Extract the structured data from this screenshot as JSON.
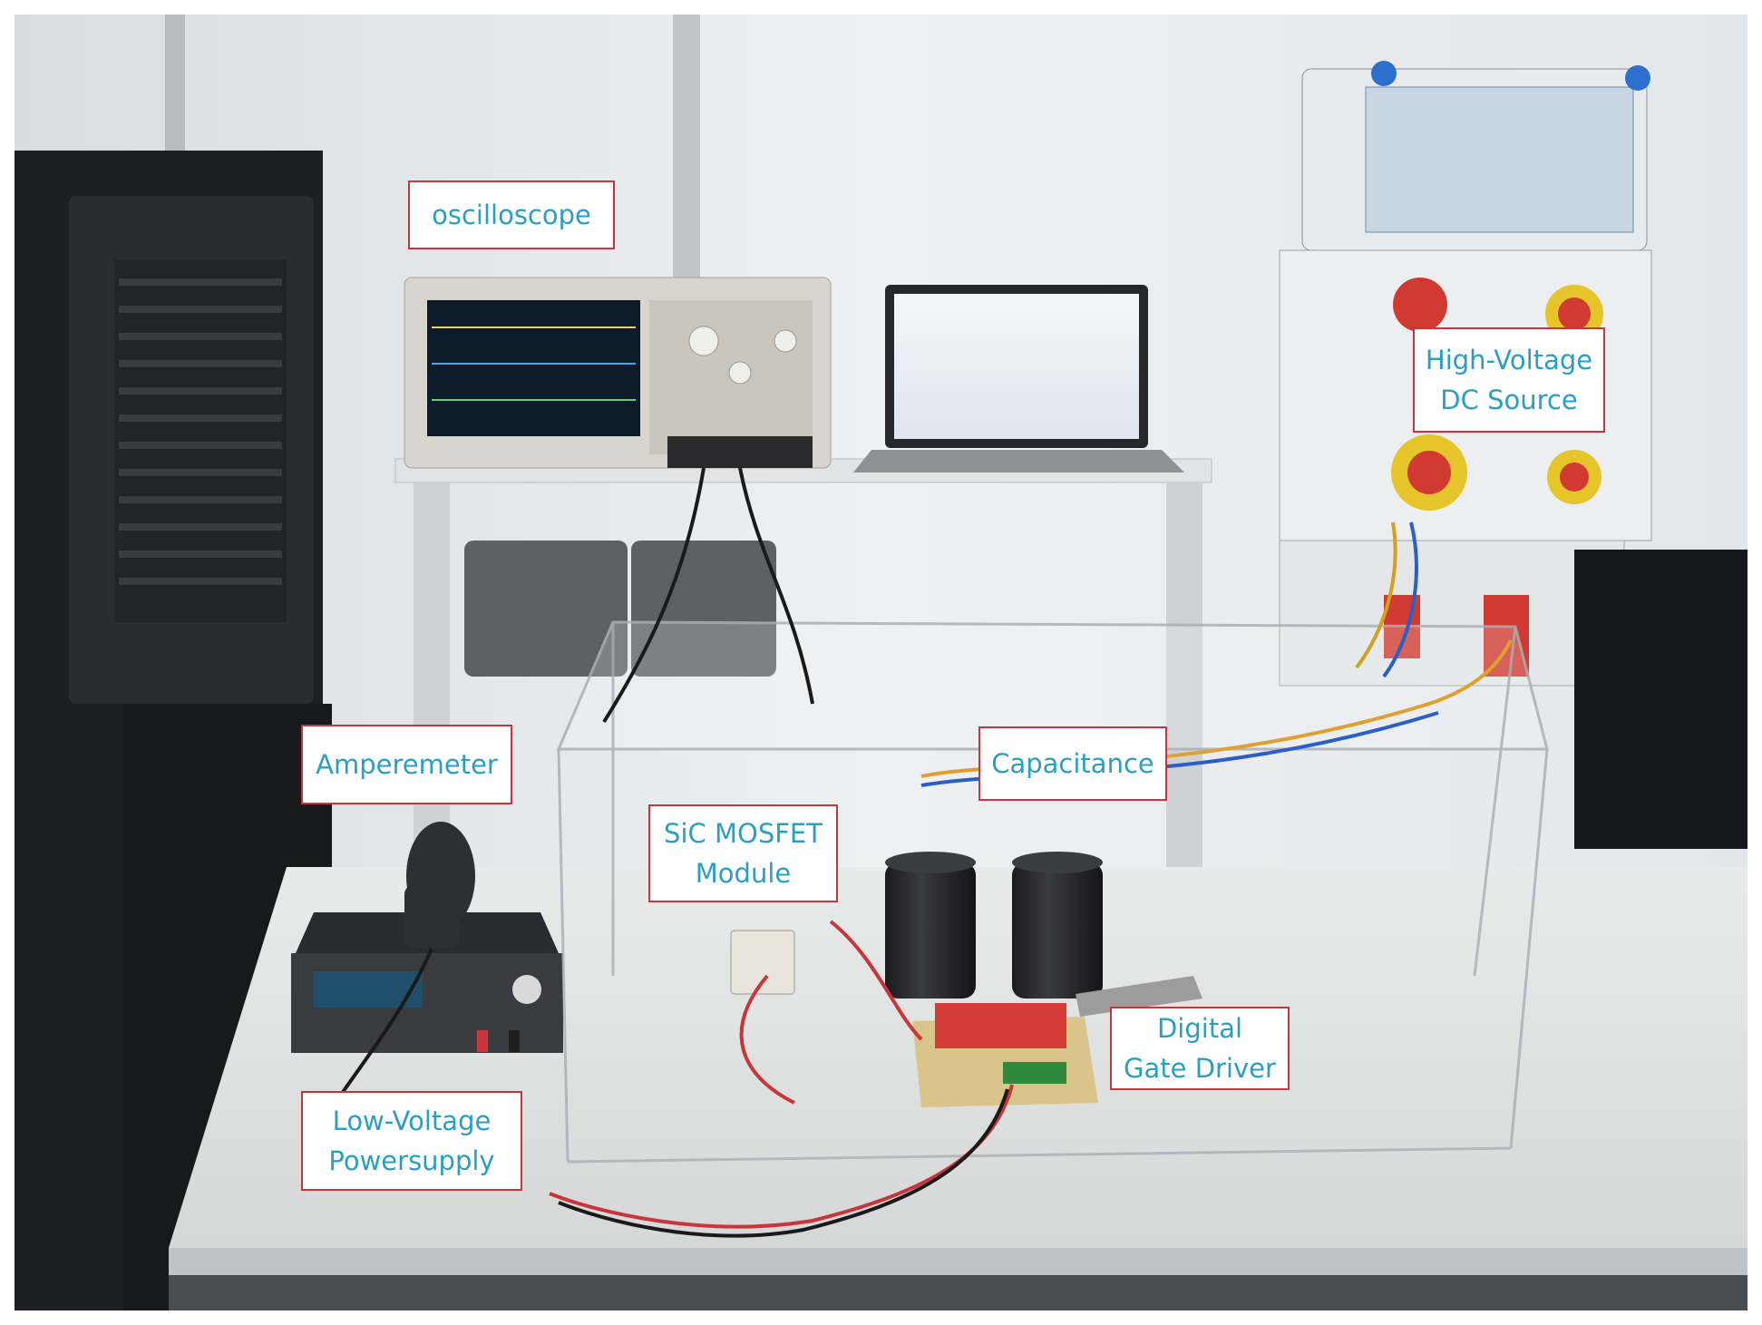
{
  "labels": {
    "oscilloscope": "oscilloscope",
    "hv_source_line1": "High-Voltage",
    "hv_source_line2": "DC Source",
    "amperemeter": "Amperemeter",
    "capacitance": "Capacitance",
    "sic_module_line1": "SiC MOSFET",
    "sic_module_line2": "Module",
    "gate_driver_line1": "Digital",
    "gate_driver_line2": "Gate Driver",
    "lv_supply_line1": "Low-Voltage",
    "lv_supply_line2": "Powersupply"
  },
  "colors": {
    "label_text": "#2a9fc4",
    "label_border": "#c8353a"
  }
}
